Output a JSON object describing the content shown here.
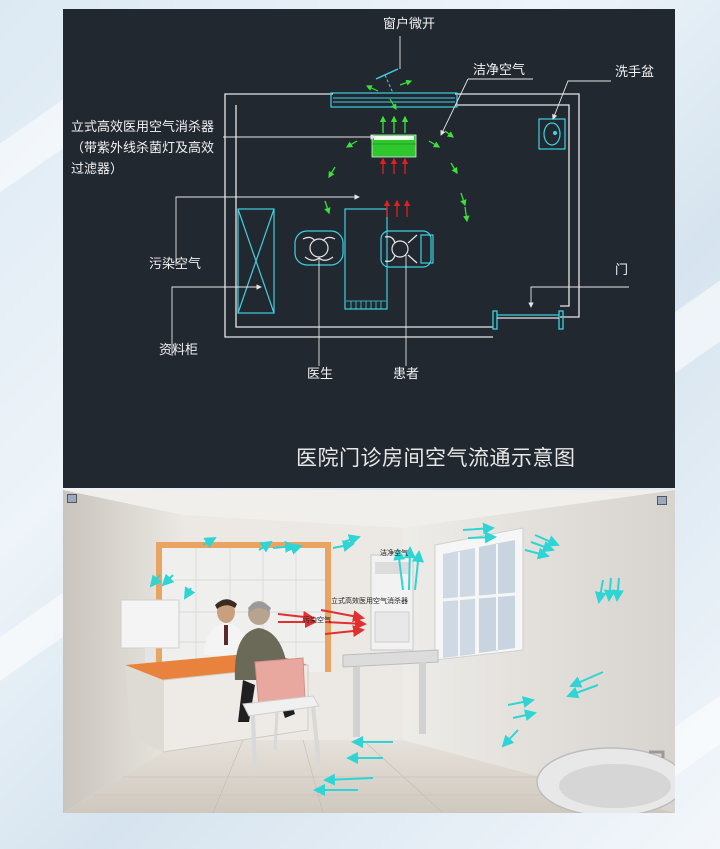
{
  "diagram": {
    "title": "医院门诊房间空气流通示意图",
    "labels": {
      "window": "窗户微开",
      "clean_air": "洁净空气",
      "sink": "洗手盆",
      "purifier": "立式高效医用空气消杀器（带紫外线杀菌灯及高效过滤器）",
      "polluted_air": "污染空气",
      "door": "门",
      "cabinet": "资料柜",
      "doctor": "医生",
      "patient": "患者"
    },
    "colors": {
      "background": "#212830",
      "walls": "#e6e6e6",
      "cyan": "#3fd0e0",
      "green_arrows": "#3be03b",
      "red_arrows": "#e02020",
      "purifier_fill": "#2ec82e"
    }
  },
  "scene": {
    "labels": {
      "clean_air": "洁净空气",
      "purifier": "立式高效医用空气消杀器",
      "polluted_air": "污染空气"
    },
    "colors": {
      "arrows": "#2fd4d4",
      "red_arrows": "#e03030",
      "desk_top": "#e9823c",
      "chair": "#e8a8a0",
      "wall": "#eceae6"
    }
  }
}
